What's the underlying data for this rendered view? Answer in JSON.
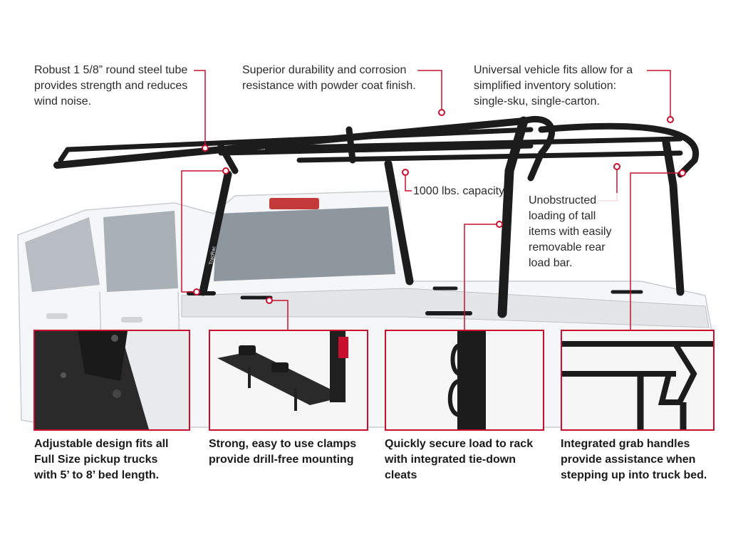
{
  "callouts": {
    "tube": "Robust 1 5/8” round steel tube\nprovides strength and reduces\nwind noise.",
    "coat": "Superior durability and corrosion\nresistance with powder coat finish.",
    "universal": "Universal vehicle fits allow for a\nsimplified inventory solution:\nsingle-sku, single-carton.",
    "capacity": "1000 lbs. capacity.",
    "loadbar": "Unobstructed\nloading of tall\nitems with easily\nremovable rear\nload bar."
  },
  "captions": {
    "adjustable": "Adjustable design fits all\nFull Size pickup trucks\nwith 5’ to 8’ bed length.",
    "clamps": "Strong, easy to use clamps\nprovide drill-free mounting",
    "cleats": "Quickly secure load to rack\nwith integrated tie-down\ncleats",
    "handles": "Integrated grab handles\nprovide assistance when\nstepping up into truck bed."
  },
  "brand_text": "TracRac",
  "colors": {
    "accent": "#c8102e",
    "rack": "#1c1c1c",
    "truck": "#f4f5f6"
  }
}
